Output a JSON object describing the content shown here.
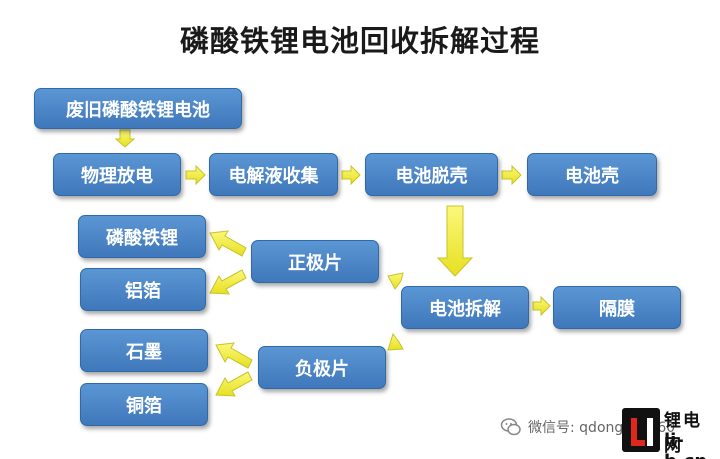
{
  "title": "磷酸铁锂电池回收拆解过程",
  "nodes": {
    "waste_battery": "废旧磷酸铁锂电池",
    "discharge": "物理放电",
    "electrolyte": "电解液收集",
    "shell_removal": "电池脱壳",
    "shell": "电池壳",
    "lfp": "磷酸铁锂",
    "cathode": "正极片",
    "al_foil": "铝箔",
    "dismantle": "电池拆解",
    "separator": "隔膜",
    "graphite": "石墨",
    "anode": "负极片",
    "cu_foil": "铜箔"
  },
  "watermark": {
    "text": "微信号: qdongjian360"
  },
  "logo": {
    "line1": "锂电网",
    "line2": "li-b.cn"
  },
  "colors": {
    "box": "#4a86c8",
    "arrow": "#f2ef3a",
    "arrow_stroke": "#c9c22a"
  }
}
